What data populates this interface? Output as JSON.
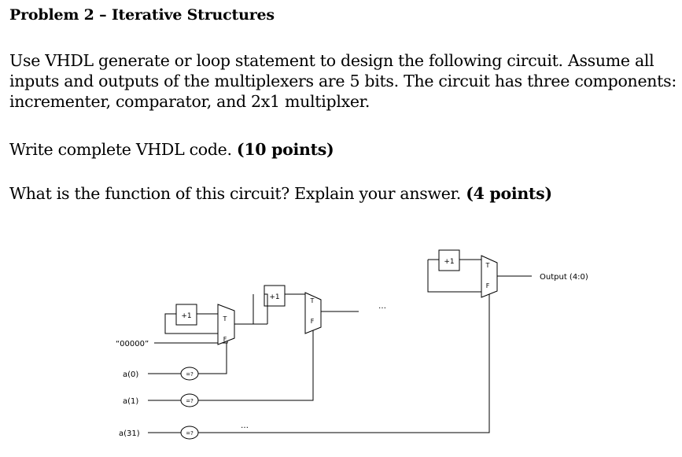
{
  "problem": {
    "title": "Problem 2 – Iterative Structures",
    "paragraph1": [
      "Use VHDL generate or loop statement to design the following circuit. Assume all",
      "inputs and outputs of the multiplexers are 5 bits. The circuit has three components:",
      "incrementer, comparator, and 2x1 multiplxer."
    ],
    "q1_text": "Write complete VHDL code. ",
    "q1_points": "(10 points)",
    "q2_text": "What is the function of this circuit? Explain your answer. ",
    "q2_points": "(4 points)"
  },
  "diagram": {
    "init_label": "“00000”",
    "inputs": [
      "a(0)",
      "a(1)",
      "a(31)"
    ],
    "comparator_label": "=?",
    "incrementer_label": "+1",
    "mux_true_label": "T",
    "mux_false_label": "F",
    "ellipsis": "…",
    "output_label": "Output (4:0)"
  }
}
